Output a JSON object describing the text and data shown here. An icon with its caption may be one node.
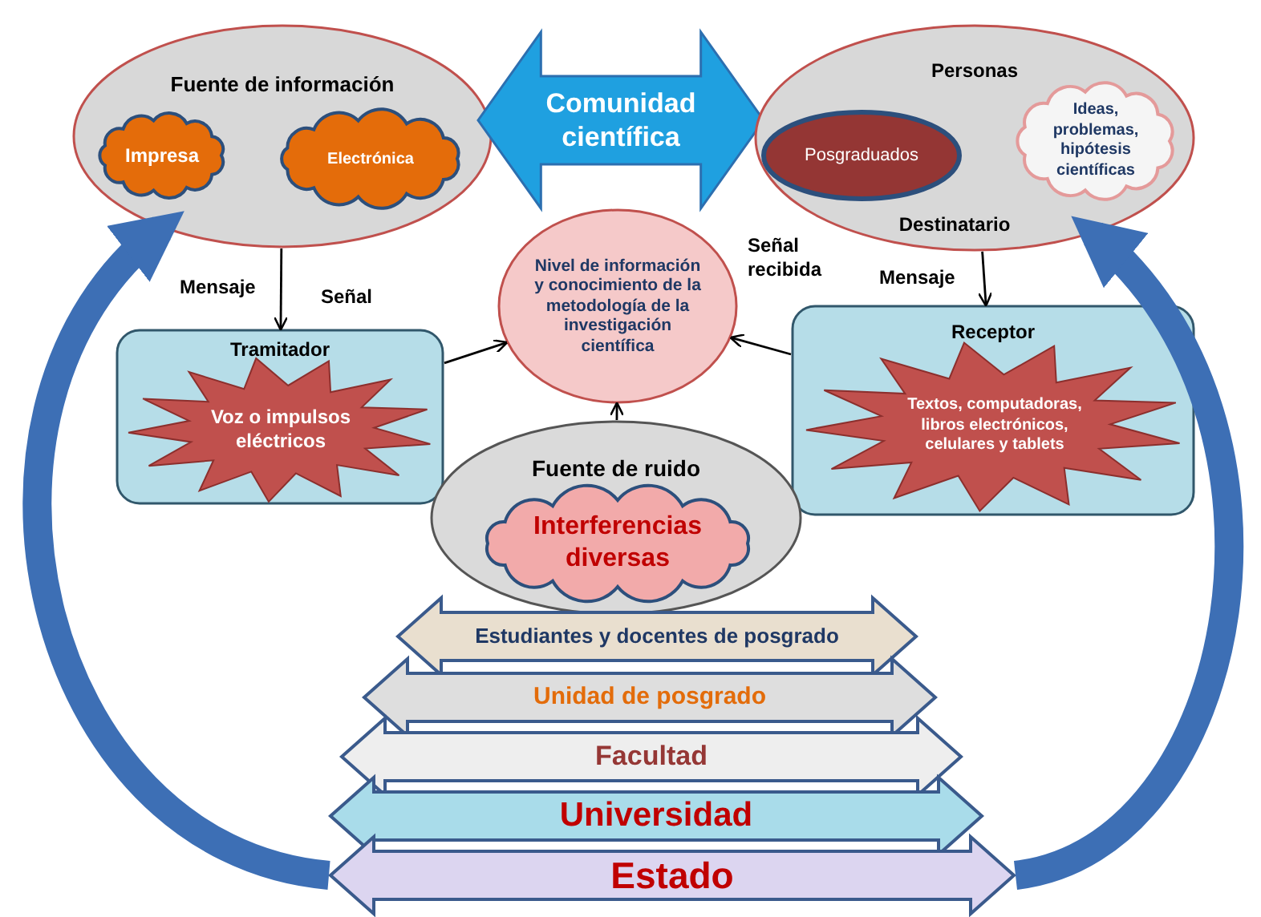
{
  "diagram": {
    "nodes": [
      {
        "text": [
          "Fuente de información"
        ]
      },
      {
        "text": [
          "Impresa"
        ],
        "in": 0
      },
      {
        "text": [
          "Electrónica"
        ],
        "in": 0
      },
      {
        "text": [
          "Comunidad científica"
        ]
      },
      {
        "text": [
          "Personas",
          "Destinatario"
        ]
      },
      {
        "text": [
          "Posgraduados"
        ],
        "in": 4
      },
      {
        "text": [
          "Ideas, problemas, hipótesis científicas"
        ],
        "in": 4
      },
      {
        "text": [
          "Nivel de información y conocimiento de la metodología de la investigación científica"
        ]
      },
      {
        "text": [
          "Tramitador"
        ]
      },
      {
        "text": [
          "Voz o impulsos eléctricos"
        ],
        "in": 8
      },
      {
        "text": [
          "Receptor"
        ]
      },
      {
        "text": [
          "Textos, computadoras, libros electrónicos, celulares y tablets"
        ],
        "in": 10
      },
      {
        "text": [
          "Fuente de ruido"
        ]
      },
      {
        "text": [
          "Interferencias diversas"
        ],
        "in": 12
      },
      {
        "text": [
          "Estudiantes y docentes de posgrado"
        ]
      },
      {
        "text": [
          "Unidad de posgrado"
        ]
      },
      {
        "text": [
          "Facultad"
        ]
      },
      {
        "text": [
          "Universidad"
        ]
      },
      {
        "text": [
          "Estado"
        ]
      }
    ],
    "edges": [
      {
        "from": 0,
        "to": 8,
        "arrow": "to"
      },
      {
        "from": 8,
        "to": 7,
        "arrow": "to"
      },
      {
        "from": 10,
        "to": 7,
        "arrow": "to"
      },
      {
        "from": 12,
        "to": 7,
        "arrow": "to"
      },
      {
        "from": 4,
        "to": 10,
        "arrow": "to"
      },
      {
        "from": 18,
        "to": 0,
        "arrow": "to",
        "style": "thick",
        "color": "#3d6fb5"
      },
      {
        "from": 18,
        "to": 4,
        "arrow": "to",
        "style": "thick",
        "color": "#3d6fb5"
      }
    ],
    "labels": [
      "Mensaje",
      "Señal",
      "Señal recibida",
      "Mensaje"
    ]
  }
}
